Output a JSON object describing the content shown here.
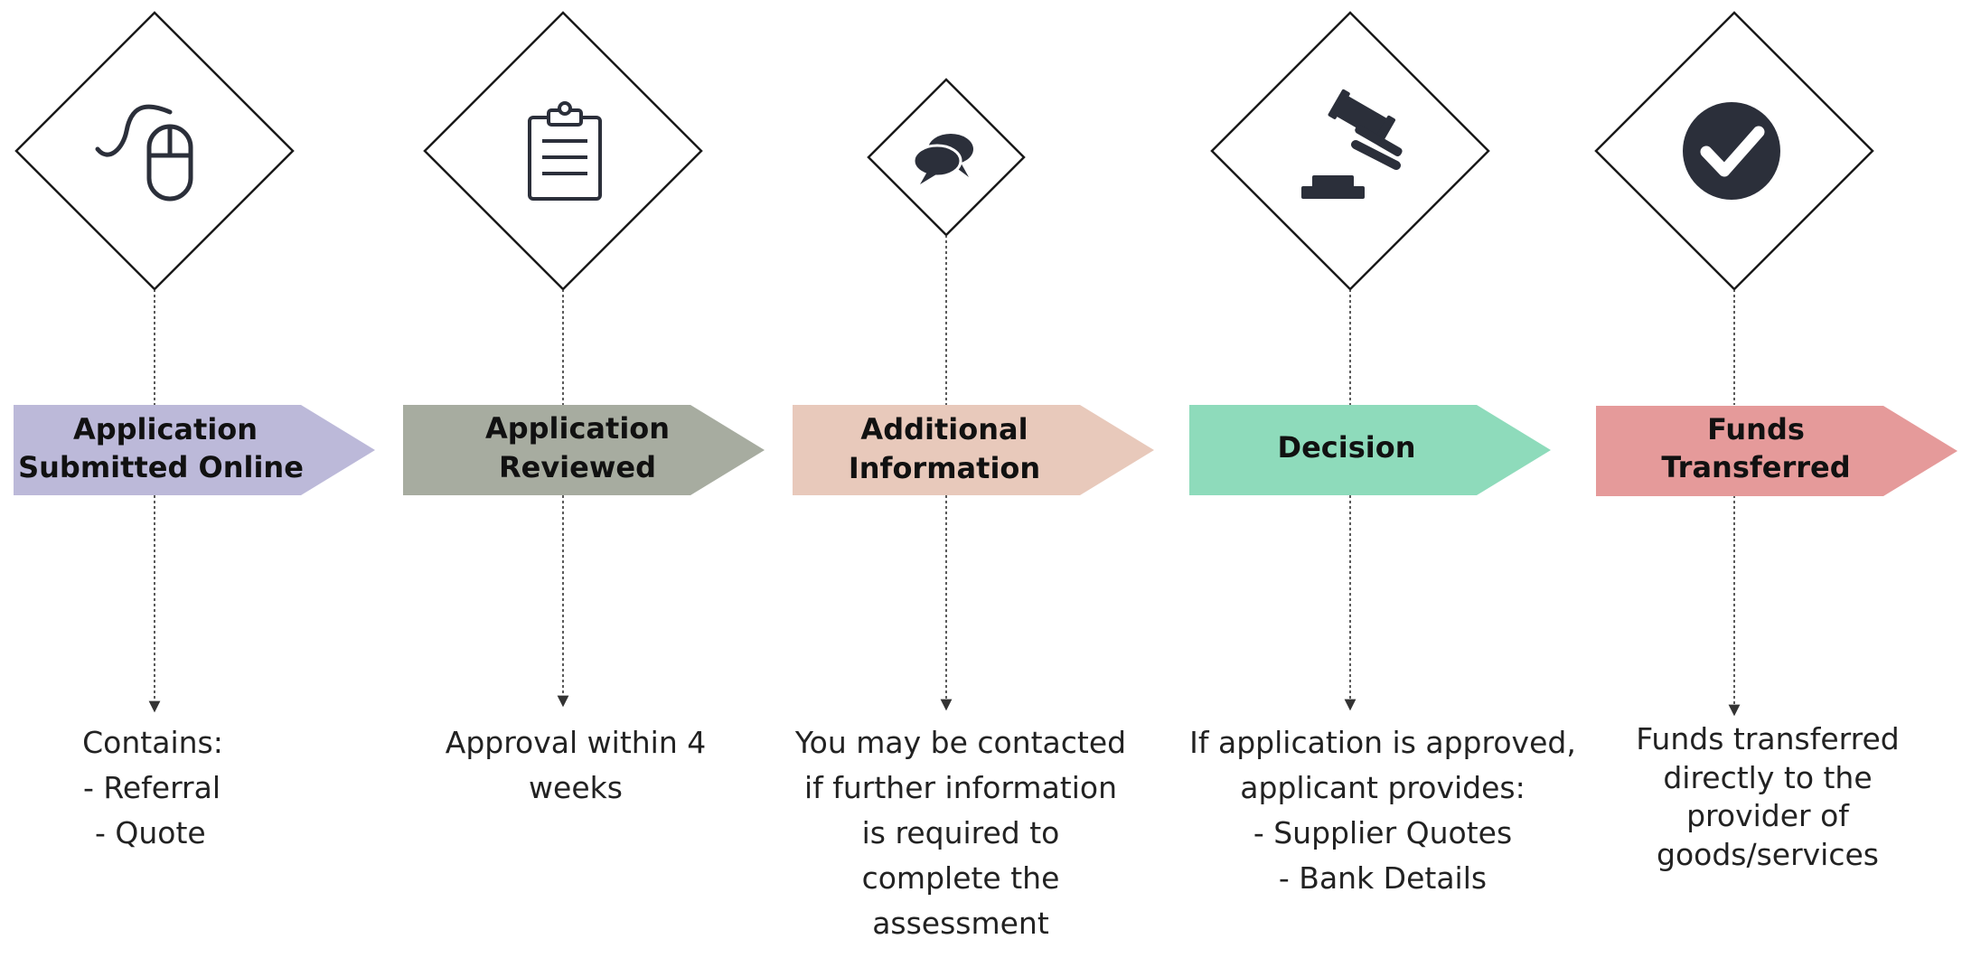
{
  "steps": [
    {
      "id": "submitted",
      "icon": "computer-mouse-icon",
      "title_lines": [
        "Application",
        "Submitted Online"
      ],
      "description_lines": [
        "Contains:",
        "-  Referral",
        "-  Quote"
      ],
      "color": "#bcb9d9"
    },
    {
      "id": "reviewed",
      "icon": "clipboard-icon",
      "title_lines": [
        "Application",
        "Reviewed"
      ],
      "description_lines": [
        "Approval within 4",
        "weeks"
      ],
      "color": "#a7aca0"
    },
    {
      "id": "additional-info",
      "icon": "speech-bubbles-icon",
      "title_lines": [
        "Additional",
        "Information"
      ],
      "description_lines": [
        "You may be contacted",
        "if further information",
        "is required to",
        "complete the",
        "assessment"
      ],
      "color": "#e8c9bb"
    },
    {
      "id": "decision",
      "icon": "gavel-icon",
      "title_lines": [
        "Decision"
      ],
      "description_lines": [
        "If application is approved,",
        "applicant provides:",
        "- Supplier Quotes",
        "- Bank Details"
      ],
      "color": "#8edbbb"
    },
    {
      "id": "funds",
      "icon": "checkmark-circle-icon",
      "title_lines": [
        "Funds",
        "Transferred"
      ],
      "description_lines": [
        "Funds transferred",
        "directly to the",
        "provider of",
        "goods/services"
      ],
      "color": "#e59a9a"
    }
  ]
}
